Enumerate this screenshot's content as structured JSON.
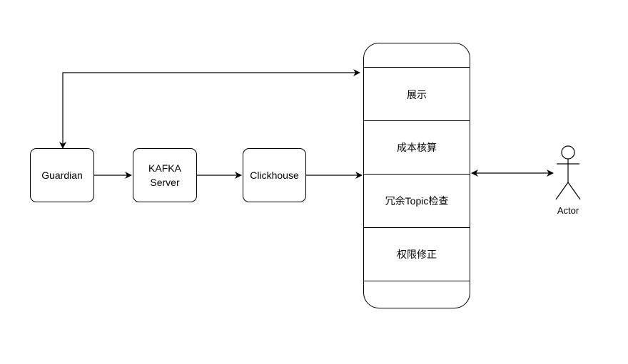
{
  "nodes": {
    "guardian": "Guardian",
    "kafka": "KAFKA\nServer",
    "clickhouse": "Clickhouse"
  },
  "panel": {
    "sections": [
      "展示",
      "成本核算",
      "冗余Topic检查",
      "权限修正"
    ]
  },
  "actor": {
    "label": "Actor"
  },
  "colors": {
    "stroke": "#000000",
    "background": "#ffffff"
  }
}
